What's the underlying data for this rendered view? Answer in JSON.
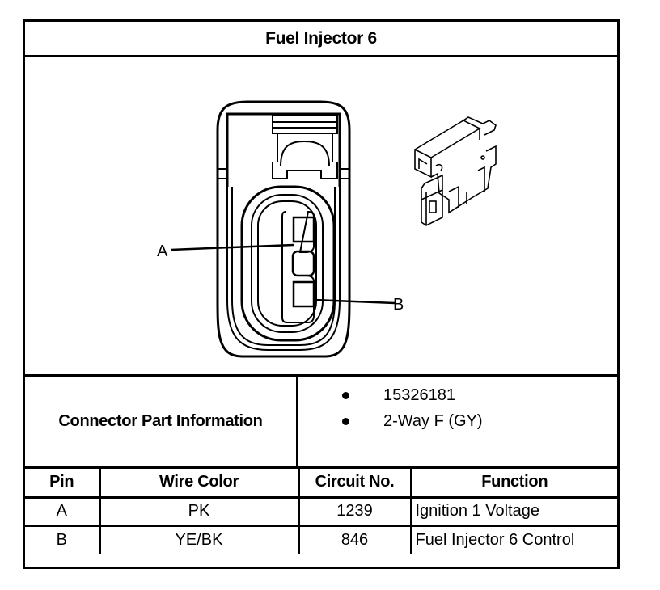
{
  "title": "Fuel Injector 6",
  "diagram": {
    "pin_labels": [
      "A",
      "B"
    ],
    "face_view": "connector-face-view",
    "iso_view": "connector-isometric-view"
  },
  "part_info": {
    "label": "Connector Part Information",
    "items": [
      "15326181",
      "2-Way F (GY)"
    ]
  },
  "pin_table": {
    "headers": [
      "Pin",
      "Wire Color",
      "Circuit No.",
      "Function"
    ],
    "rows": [
      {
        "pin": "A",
        "wire_color": "PK",
        "circuit": "1239",
        "function": "Ignition 1 Voltage"
      },
      {
        "pin": "B",
        "wire_color": "YE/BK",
        "circuit": "846",
        "function": "Fuel Injector 6 Control"
      }
    ]
  }
}
